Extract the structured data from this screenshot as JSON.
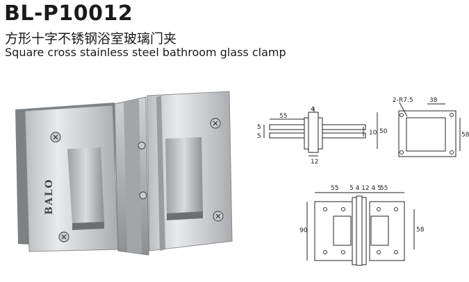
{
  "header": {
    "model": "BL-P10012",
    "name_cn": "方形十字不锈钢浴室玻璃门夹",
    "name_en": "Square cross stainless steel bathroom glass clamp"
  },
  "brand_mark": "BALO",
  "side_view": {
    "dim_top_left": "55",
    "dim_4": "4",
    "dim_5a": "5",
    "dim_5b": "5",
    "dim_10": "10",
    "dim_50": "50",
    "dim_12": "12"
  },
  "plate_view": {
    "radius": "2-R7.5",
    "width": "38",
    "height": "58"
  },
  "front_view": {
    "dim_left": "55",
    "dim_mid": "5 4 12 4 5",
    "dim_right": "55",
    "dim_height": "90",
    "dim_inner": "58"
  }
}
